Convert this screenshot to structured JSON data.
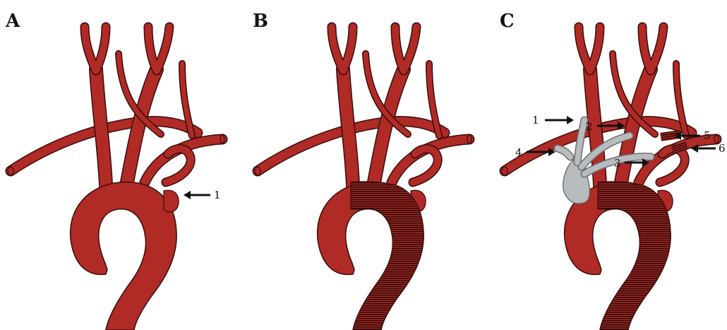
{
  "colors": {
    "artery": "#b02a26",
    "artery_outline": "#3a0d0b",
    "hatch": "#2a0a08",
    "graft": "#b9bcbe",
    "graft_outline": "#6a6d70",
    "arrow": "#111111"
  },
  "panels": [
    {
      "id": "A",
      "letter": "A",
      "callouts": [
        {
          "text": "1"
        }
      ]
    },
    {
      "id": "B",
      "letter": "B",
      "callouts": []
    },
    {
      "id": "C",
      "letter": "C",
      "callouts": [
        {
          "text": "1"
        },
        {
          "text": "2"
        },
        {
          "text": "3"
        },
        {
          "text": "4"
        },
        {
          "text": "5"
        },
        {
          "text": "6"
        }
      ]
    }
  ]
}
